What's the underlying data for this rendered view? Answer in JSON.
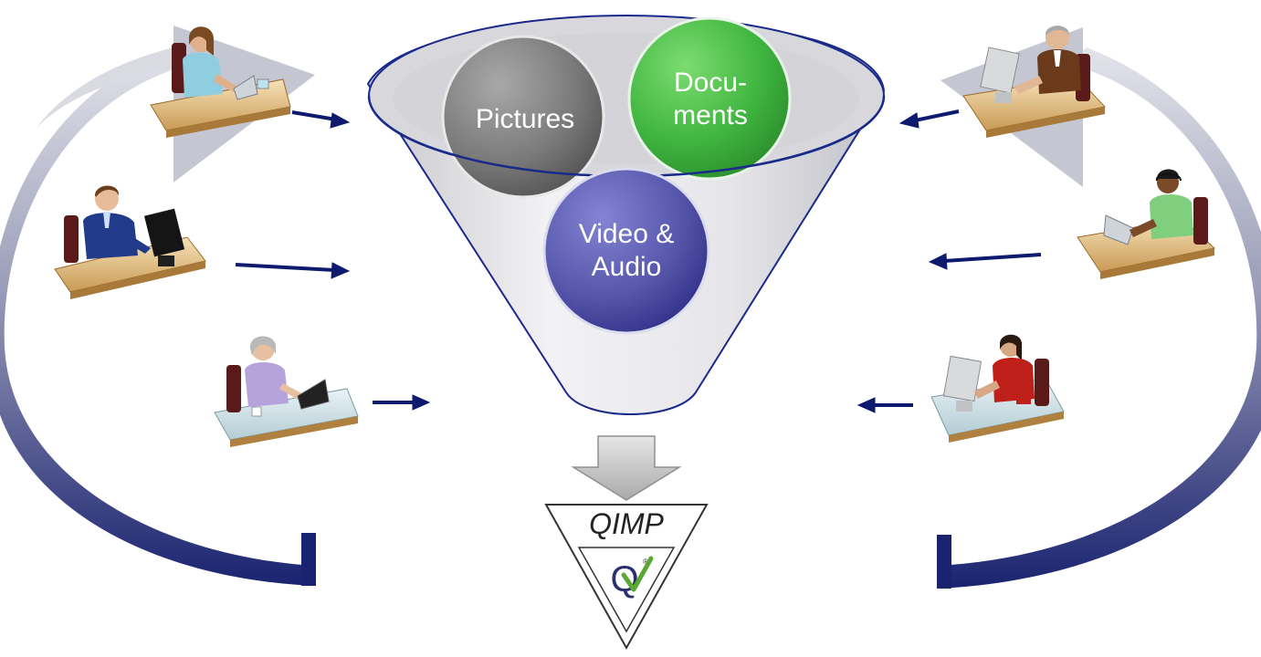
{
  "funnel": {
    "circles": [
      {
        "id": "pictures",
        "lines": [
          "Pictures"
        ],
        "color": "#7f7f7f"
      },
      {
        "id": "documents",
        "lines": [
          "Docu-",
          "ments"
        ],
        "color": "#4cbb4c"
      },
      {
        "id": "video",
        "lines": [
          "Video &",
          "Audio"
        ],
        "color": "#5a5ab0"
      }
    ]
  },
  "logo": {
    "title": "QIMP",
    "mark": "Q",
    "registered": "®",
    "check_color": "#5aa832"
  },
  "users": {
    "left": [
      "woman-laptop",
      "man-suit-monitor",
      "older-woman-laptop"
    ],
    "right": [
      "older-man-monitor",
      "woman-headset-laptop",
      "woman-red-monitor"
    ]
  },
  "colors": {
    "arrow": "#0d1a6e",
    "ring_dark": "#1a2370",
    "ring_light": "#c9ccd8"
  }
}
